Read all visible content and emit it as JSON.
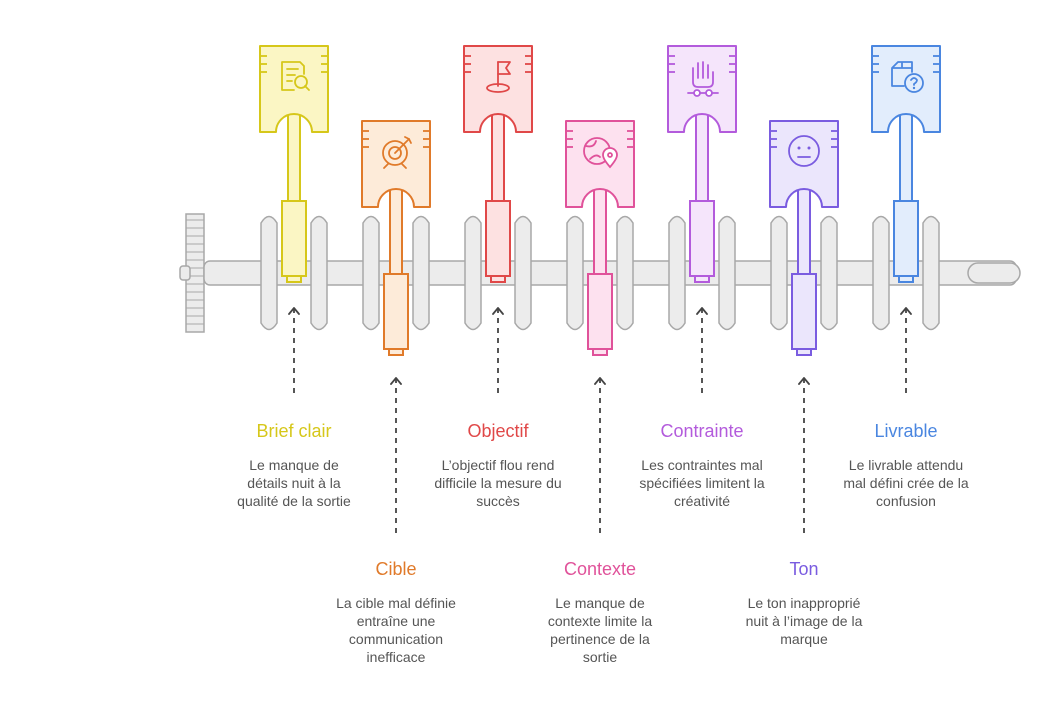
{
  "items": [
    {
      "title": "Brief clair",
      "desc_lines": [
        "Le manque de",
        "détails nuit à la",
        "qualité de la sortie"
      ],
      "color": "#d6c71a",
      "fill": "#fbf6c4",
      "icon": "document-search-icon",
      "position": "up"
    },
    {
      "title": "Cible",
      "desc_lines": [
        "La cible mal définie",
        "entraîne une",
        "communication",
        "inefficace"
      ],
      "color": "#e07a2a",
      "fill": "#fdebd9",
      "icon": "target-icon",
      "position": "down"
    },
    {
      "title": "Objectif",
      "desc_lines": [
        "L’objectif flou rend",
        "difficile la mesure du",
        "succès"
      ],
      "color": "#e04848",
      "fill": "#fde1e1",
      "icon": "flag-icon",
      "position": "up"
    },
    {
      "title": "Contexte",
      "desc_lines": [
        "Le manque de",
        "contexte limite la",
        "pertinence de la",
        "sortie"
      ],
      "color": "#e0529a",
      "fill": "#fde1ef",
      "icon": "globe-location-icon",
      "position": "down"
    },
    {
      "title": "Contrainte",
      "desc_lines": [
        "Les contraintes mal",
        "spécifiées limitent la",
        "créativité"
      ],
      "color": "#b35bdc",
      "fill": "#f5e5fb",
      "icon": "hand-restricted-icon",
      "position": "up"
    },
    {
      "title": "Ton",
      "desc_lines": [
        "Le ton inapproprié",
        "nuit à l’image de la",
        "marque"
      ],
      "color": "#7a5ce0",
      "fill": "#ebe6fc",
      "icon": "neutral-face-icon",
      "position": "down"
    },
    {
      "title": "Livrable",
      "desc_lines": [
        "Le livrable attendu",
        "mal défini crée de la",
        "confusion"
      ],
      "color": "#4a86e0",
      "fill": "#e2edfc",
      "icon": "package-question-icon",
      "position": "up"
    }
  ],
  "shaft_color": "#a8a8a8",
  "shaft_fill": "#ececec"
}
